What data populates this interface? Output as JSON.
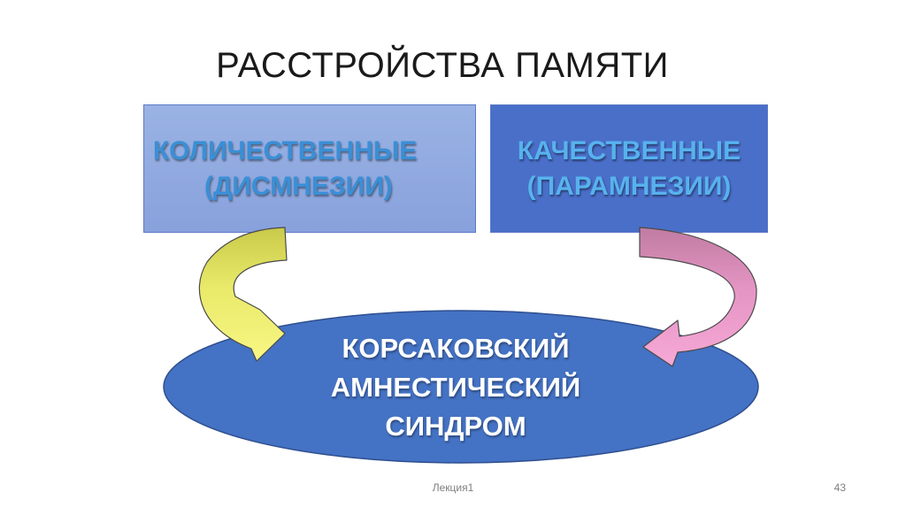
{
  "title": "РАССТРОЙСТВА ПАМЯТИ",
  "left_box": {
    "line1": "КОЛИЧЕСТВЕННЫЕ",
    "line2": "(ДИСМНЕЗИИ)"
  },
  "right_box": {
    "line1": "КАЧЕСТВЕННЫЕ",
    "line2": "(ПАРАМНЕЗИИ)"
  },
  "center": {
    "line1": "КОРСАКОВСКИЙ",
    "line2": "АМНЕСТИЧЕСКИЙ",
    "line3": "СИНДРОМ"
  },
  "footer": {
    "label": "Лекция1",
    "page_number": "43"
  },
  "colors": {
    "left_box": "#8aa4dc",
    "right_box": "#4a6fc9",
    "ellipse": "#4472c4",
    "left_arrow": "#f0f07a",
    "right_arrow": "#f4a3cf"
  },
  "icons": {
    "left_arrow": "curved-arrow-right-icon",
    "right_arrow": "curved-arrow-left-icon"
  }
}
